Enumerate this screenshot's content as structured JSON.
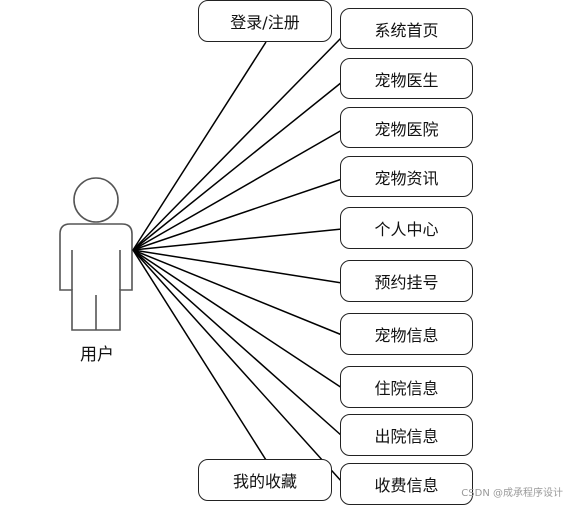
{
  "actor": {
    "label": "用户"
  },
  "use_cases": {
    "login": "登录/注册",
    "home": "系统首页",
    "doctor": "宠物医生",
    "hospital": "宠物医院",
    "news": "宠物资讯",
    "profile": "个人中心",
    "appointment": "预约挂号",
    "pet_info": "宠物信息",
    "admit_info": "住院信息",
    "discharge_info": "出院信息",
    "favorites": "我的收藏",
    "fee_info": "收费信息"
  },
  "watermark": "CSDN @成承程序设计"
}
